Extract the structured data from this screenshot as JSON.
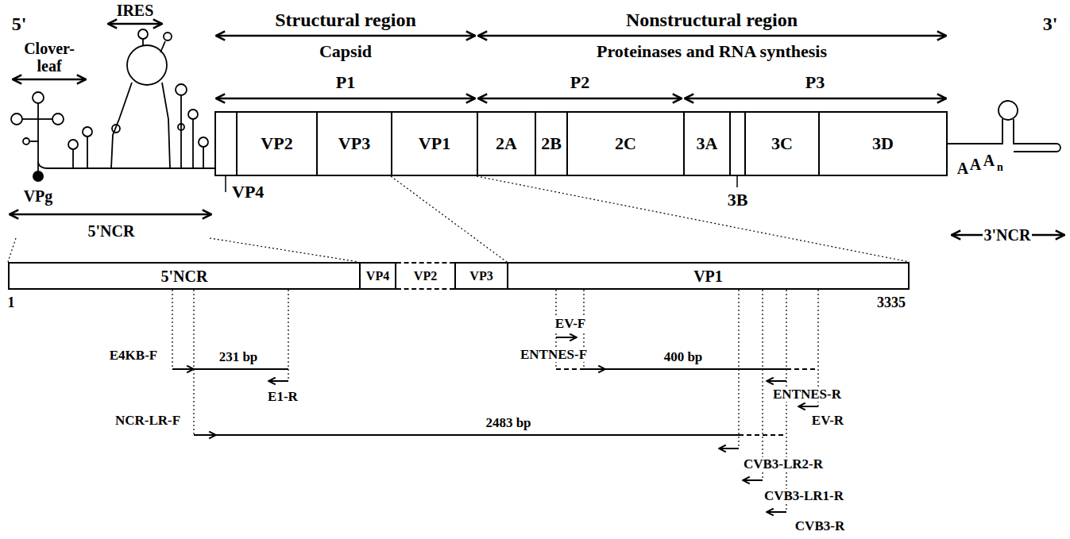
{
  "diagram": {
    "nodes": [
      {
        "text": [
          "VP4"
        ]
      },
      {
        "text": [
          "VP2"
        ]
      },
      {
        "text": [
          "VP3"
        ]
      },
      {
        "text": [
          "VP1"
        ]
      },
      {
        "text": [
          "2A"
        ]
      },
      {
        "text": [
          "2B"
        ]
      },
      {
        "text": [
          "2C"
        ]
      },
      {
        "text": [
          "3A"
        ]
      },
      {
        "text": [
          "3B"
        ]
      },
      {
        "text": [
          "3C"
        ]
      },
      {
        "text": [
          "3D"
        ]
      },
      {
        "text": [
          "5'NCR"
        ]
      },
      {
        "text": [
          "VP4"
        ]
      },
      {
        "text": [
          "VP2"
        ]
      },
      {
        "text": [
          "VP3"
        ]
      },
      {
        "text": [
          "VP1"
        ]
      }
    ],
    "labels": [
      "5'",
      "3'",
      "IRES",
      "Clover-leaf",
      "VPg",
      "5'NCR",
      "Structural region",
      "Capsid",
      "Nonstructural region",
      "Proteinases and RNA synthesis",
      "P1",
      "P2",
      "P3",
      "A",
      "A",
      "A",
      "n",
      "3'NCR",
      "1",
      "3335",
      "E4KB-F",
      "231 bp",
      "E1-R",
      "NCR-LR-F",
      "2483 bp",
      "EV-F",
      "ENTNES-F",
      "400 bp",
      "ENTNES-R",
      "EV-R",
      "CVB3-LR2-R",
      "CVB3-LR1-R",
      "CVB3-R"
    ]
  }
}
